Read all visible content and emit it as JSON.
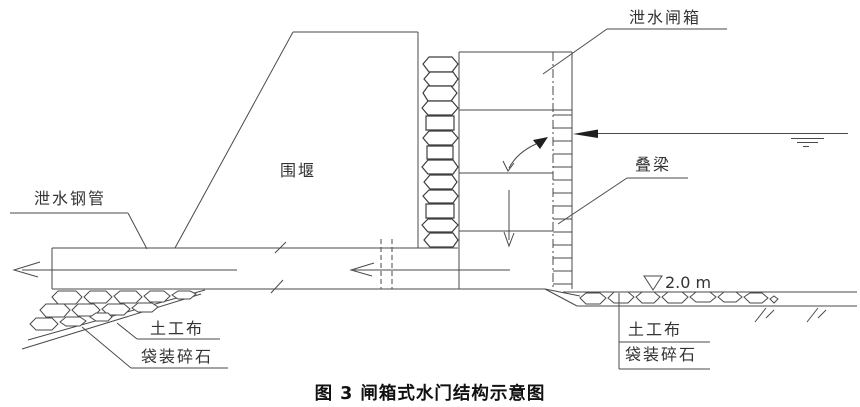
{
  "figure": {
    "caption": "图 3  闸箱式水门结构示意图"
  },
  "labels": {
    "sluice_gate_box": "泄水闸箱",
    "cofferdam": "围堰",
    "drainage_steel_pipe": "泄水钢管",
    "stacked_beams": "叠梁",
    "geotextile_left": "土工布",
    "bagged_gravel_left": "袋装碎石",
    "geotextile_right": "土工布",
    "bagged_gravel_right": "袋装碎石",
    "water_elevation": "2.0 m"
  },
  "colors": {
    "line": "#4a4a4a",
    "label_text": "#333333",
    "caption_text": "#111111",
    "background": "#ffffff"
  }
}
